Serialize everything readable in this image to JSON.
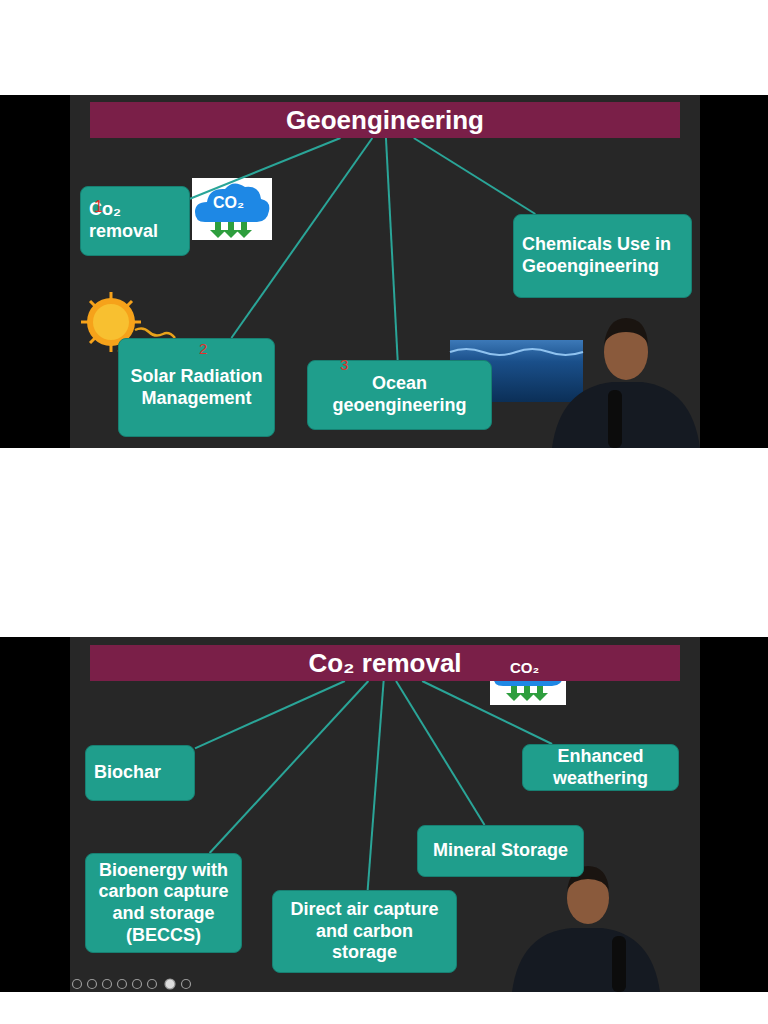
{
  "diagram": {
    "nodes": [
      {
        "text": [
          "Geoengineering"
        ]
      },
      {
        "text": [
          "Co₂ removal"
        ]
      },
      {
        "text": [
          "Chemicals Use in Geoengineering"
        ]
      },
      {
        "text": [
          "Solar Radiation Management"
        ]
      },
      {
        "text": [
          "Ocean geoengineering"
        ]
      },
      {
        "text": [
          "Co₂ removal"
        ]
      },
      {
        "text": [
          "Biochar"
        ]
      },
      {
        "text": [
          "Enhanced weathering"
        ]
      },
      {
        "text": [
          "Mineral Storage"
        ]
      },
      {
        "text": [
          "Bioenergy with carbon capture and storage (BECCS)"
        ]
      },
      {
        "text": [
          "Direct air capture and carbon storage"
        ]
      }
    ],
    "edges": [
      {
        "from": 0,
        "to": 1,
        "arrow": "none"
      },
      {
        "from": 0,
        "to": 2,
        "arrow": "none"
      },
      {
        "from": 0,
        "to": 3,
        "arrow": "none"
      },
      {
        "from": 0,
        "to": 4,
        "arrow": "none"
      },
      {
        "from": 5,
        "to": 6,
        "arrow": "none"
      },
      {
        "from": 5,
        "to": 7,
        "arrow": "none"
      },
      {
        "from": 5,
        "to": 8,
        "arrow": "none"
      },
      {
        "from": 5,
        "to": 9,
        "arrow": "none"
      },
      {
        "from": 5,
        "to": 10,
        "arrow": "none"
      }
    ],
    "labels": [
      "1",
      "CO₂",
      "2",
      "3",
      "CO₂"
    ]
  }
}
